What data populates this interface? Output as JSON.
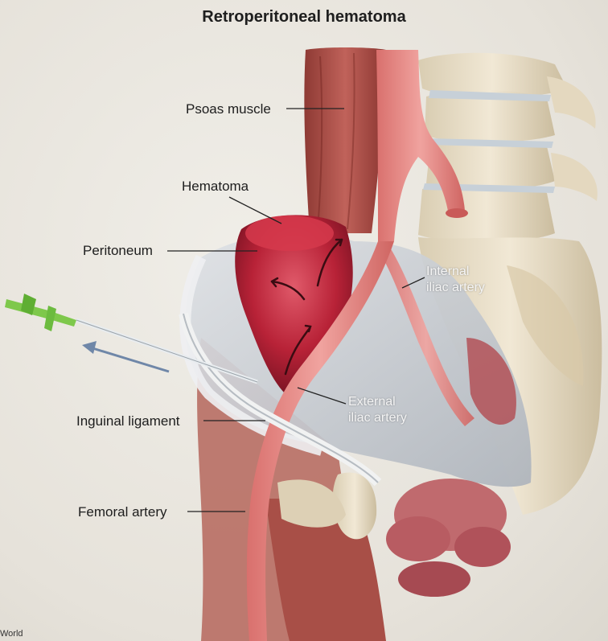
{
  "title": "Retroperitoneal hematoma",
  "labels": {
    "psoas_muscle": "Psoas muscle",
    "hematoma": "Hematoma",
    "peritoneum": "Peritoneum",
    "internal_iliac_line1": "Internal",
    "internal_iliac_line2": "iliac artery",
    "external_iliac_line1": "External",
    "external_iliac_line2": "iliac artery",
    "inguinal_ligament": "Inguinal ligament",
    "femoral_artery": "Femoral artery"
  },
  "credit": "World",
  "colors": {
    "muscle": "#b5554c",
    "artery": "#e58a86",
    "hematoma": "#b9283a",
    "bone": "#e8dcc4",
    "peritoneum": "#c9cdd3",
    "needle": "#7ec84b"
  }
}
